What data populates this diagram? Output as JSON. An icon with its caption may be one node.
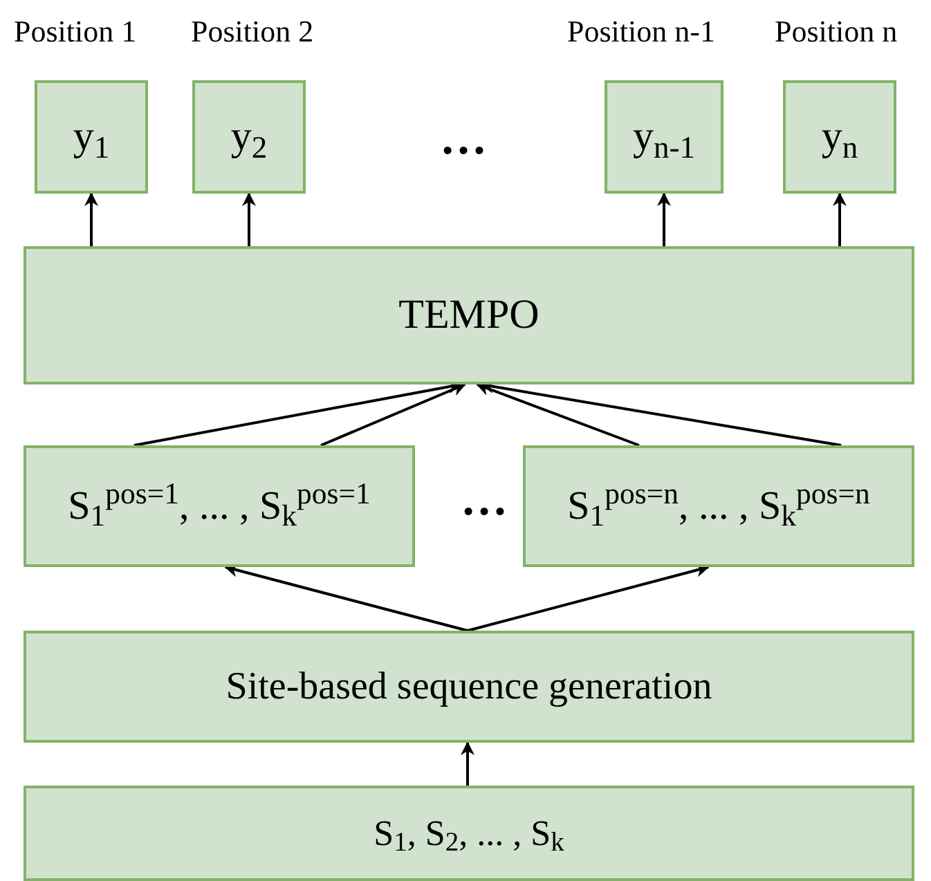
{
  "diagram": {
    "nodes": [
      {
        "text": [
          "y$_{1}$"
        ],
        "beside": [
          "Position 1"
        ]
      },
      {
        "text": [
          "y$_{2}$"
        ],
        "beside": [
          "Position 2"
        ]
      },
      {
        "text": [
          "y$_{n-1}$"
        ],
        "beside": [
          "Position n-1"
        ]
      },
      {
        "text": [
          "y$_{n}$"
        ],
        "beside": [
          "Position n"
        ]
      },
      {
        "text": [
          "TEMPO"
        ]
      },
      {
        "text": [
          "S$_{1}$$^{pos=1}$, ... , S$_{k}$$^{pos=1}$"
        ]
      },
      {
        "text": [
          "S$_{1}$$^{pos=n}$, ... , S$_{k}$$^{pos=n}$"
        ]
      },
      {
        "text": [
          "Site-based sequence generation"
        ]
      },
      {
        "text": [
          "S$_{1}$, S$_{2}$, ... , S$_{k}$"
        ]
      }
    ],
    "edges": [
      {
        "from": 4,
        "to": 0,
        "arrow": "to"
      },
      {
        "from": 4,
        "to": 1,
        "arrow": "to"
      },
      {
        "from": 4,
        "to": 2,
        "arrow": "to"
      },
      {
        "from": 4,
        "to": 3,
        "arrow": "to"
      },
      {
        "from": 5,
        "to": 4,
        "arrow": "to"
      },
      {
        "from": 5,
        "to": 4,
        "arrow": "to"
      },
      {
        "from": 6,
        "to": 4,
        "arrow": "to"
      },
      {
        "from": 6,
        "to": 4,
        "arrow": "to"
      },
      {
        "from": 7,
        "to": 5,
        "arrow": "to"
      },
      {
        "from": 7,
        "to": 6,
        "arrow": "to"
      },
      {
        "from": 8,
        "to": 7,
        "arrow": "to"
      }
    ],
    "labels": [
      "…",
      "…"
    ]
  }
}
